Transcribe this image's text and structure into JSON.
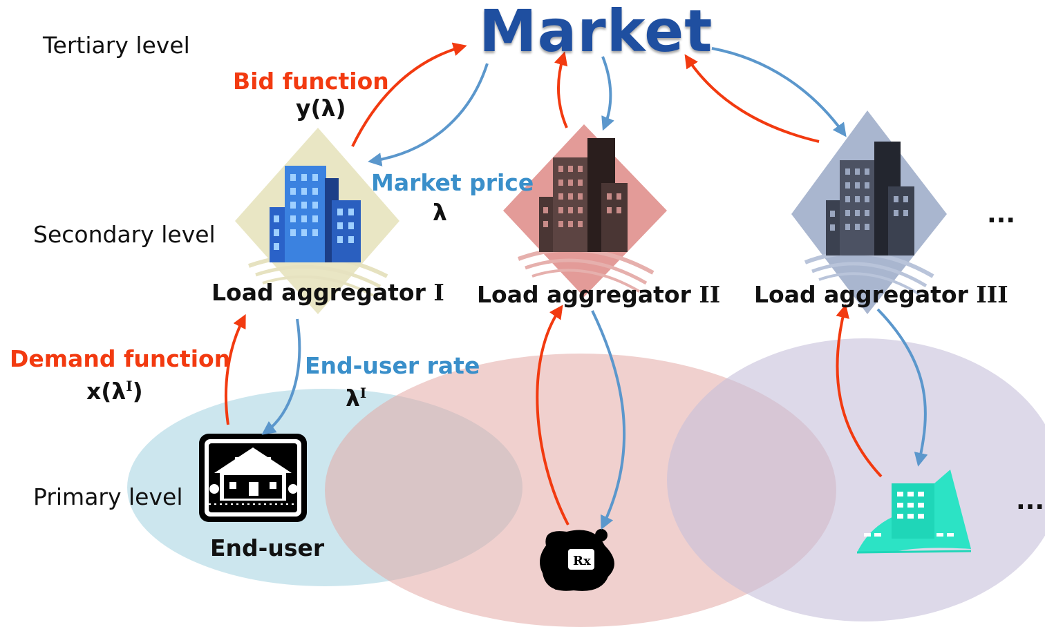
{
  "title": "Market",
  "levels": {
    "tertiary": "Tertiary level",
    "secondary": "Secondary level",
    "primary": "Primary level"
  },
  "aggregators": [
    {
      "prefix": "Load aggregator ",
      "roman": "I",
      "color": "#e9e6c4"
    },
    {
      "prefix": "Load aggregator ",
      "roman": "II",
      "color": "#e39b98"
    },
    {
      "prefix": "Load aggregator ",
      "roman": "III",
      "color": "#a9b6cf"
    }
  ],
  "labels": {
    "bid_function": "Bid function",
    "bid_symbol": "y(λ)",
    "market_price": "Market price",
    "market_price_symbol": "λ",
    "demand_function": "Demand function",
    "demand_symbol_pre": "x(λ",
    "demand_symbol_sup": "I",
    "demand_symbol_post": ")",
    "end_user_rate": "End-user rate",
    "end_user_rate_symbol": "λ",
    "end_user_rate_sup": "I",
    "end_user": "End-user",
    "ellipsis": "..."
  },
  "colors": {
    "bid_arrow": "#f23a10",
    "price_arrow": "#5b97cc",
    "market_text": "#1f4fa0",
    "region_blue": "#aad6e3",
    "region_red": "#e3aaa5",
    "region_purple": "#c7bfdb"
  },
  "icons": [
    "office-building-icon",
    "house-icon",
    "pharmacy-rx-icon",
    "hospital-icon"
  ]
}
